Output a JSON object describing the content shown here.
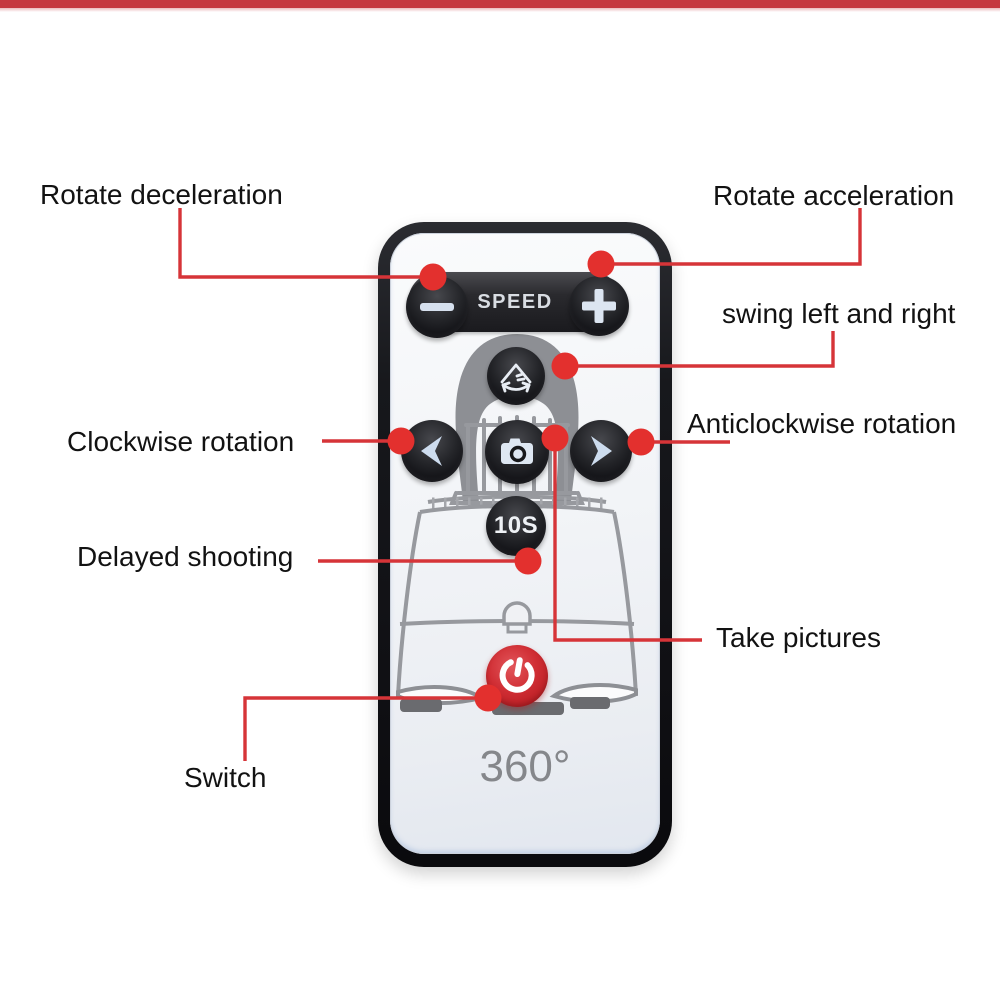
{
  "image": {
    "type": "annotated product diagram",
    "subject": "360 degree panoramic rotating head - remote control",
    "background_color": "#ffffff",
    "top_bar_color": "#c5373e",
    "callout_color": "#d63438",
    "power_button_color": "#d02e34"
  },
  "remote": {
    "speed_label": "SPEED",
    "delay_button_label": "10S",
    "footer_text": "360°",
    "buttons": [
      {
        "name": "speed-minus",
        "icon": "minus-icon"
      },
      {
        "name": "speed-plus",
        "icon": "plus-icon"
      },
      {
        "name": "swing",
        "icon": "swing-icon"
      },
      {
        "name": "rotate-left",
        "icon": "left-arrow-icon"
      },
      {
        "name": "shutter",
        "icon": "camera-icon"
      },
      {
        "name": "rotate-right",
        "icon": "right-arrow-icon"
      },
      {
        "name": "delay-10s",
        "label": "10S"
      },
      {
        "name": "power",
        "icon": "power-icon"
      }
    ]
  },
  "annotations": [
    {
      "id": "rotate-deceleration",
      "label": "Rotate deceleration",
      "target": "speed-minus"
    },
    {
      "id": "rotate-acceleration",
      "label": "Rotate acceleration",
      "target": "speed-plus"
    },
    {
      "id": "swing-left-right",
      "label": "swing left and right",
      "target": "swing"
    },
    {
      "id": "clockwise-rotation",
      "label": "Clockwise rotation",
      "target": "rotate-left"
    },
    {
      "id": "anticlockwise-rotation",
      "label": "Anticlockwise rotation",
      "target": "rotate-right"
    },
    {
      "id": "delayed-shooting",
      "label": "Delayed shooting",
      "target": "delay-10s"
    },
    {
      "id": "take-pictures",
      "label": "Take pictures",
      "target": "shutter"
    },
    {
      "id": "switch",
      "label": "Switch",
      "target": "power"
    }
  ]
}
